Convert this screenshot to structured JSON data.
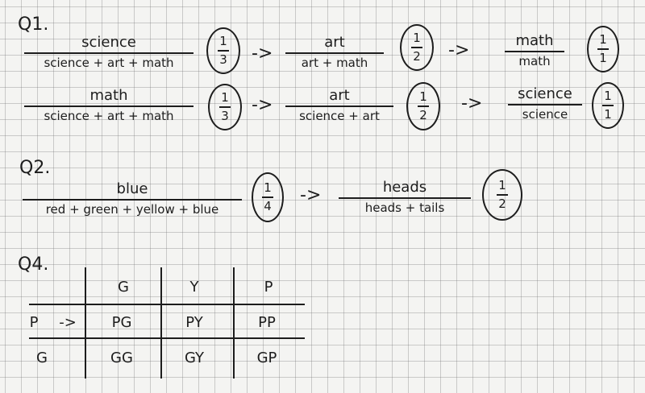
{
  "q1": {
    "label": "Q1.",
    "row1": {
      "frac1": {
        "num": "science",
        "den": "science + art + math"
      },
      "circle1": {
        "num": "1",
        "den": "3"
      },
      "arrow1": "->",
      "frac2": {
        "num": "art",
        "den": "art + math"
      },
      "circle2": {
        "num": "1",
        "den": "2"
      },
      "arrow2": "->",
      "frac3": {
        "num": "math",
        "den": "math"
      },
      "circle3": {
        "num": "1",
        "den": "1"
      }
    },
    "row2": {
      "frac1": {
        "num": "math",
        "den": "science + art + math"
      },
      "circle1": {
        "num": "1",
        "den": "3"
      },
      "arrow1": "->",
      "frac2": {
        "num": "art",
        "den": "science + art"
      },
      "circle2": {
        "num": "1",
        "den": "2"
      },
      "arrow2": "->",
      "frac3": {
        "num": "science",
        "den": "science"
      },
      "circle3": {
        "num": "1",
        "den": "1"
      }
    }
  },
  "q2": {
    "label": "Q2.",
    "frac1": {
      "num": "blue",
      "den": "red + green + yellow + blue"
    },
    "circle1": {
      "num": "1",
      "den": "4"
    },
    "arrow1": "->",
    "frac2": {
      "num": "heads",
      "den": "heads + tails"
    },
    "circle2": {
      "num": "1",
      "den": "2"
    }
  },
  "q4": {
    "label": "Q4.",
    "columns": [
      "G",
      "Y",
      "P"
    ],
    "rows": [
      {
        "header": "P",
        "arrow": "->",
        "cells": [
          "PG",
          "PY",
          "PP"
        ]
      },
      {
        "header": "G",
        "arrow": "",
        "cells": [
          "GG",
          "GY",
          "GP"
        ]
      }
    ]
  }
}
